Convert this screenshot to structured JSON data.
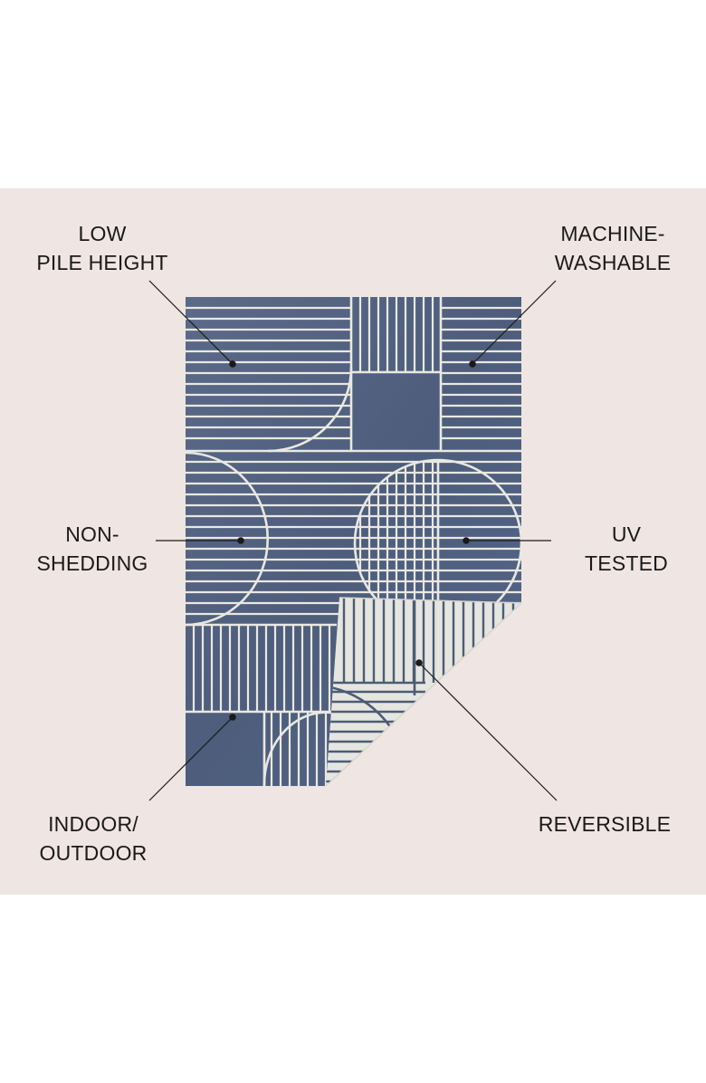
{
  "colors": {
    "background": "#efe5e2",
    "rug_blue": "#52627f",
    "rug_stripe": "#e9e8e2",
    "reverse_side": "#e6e6e1",
    "reverse_stripe": "#4e5b74",
    "callout_line": "#1a1a1a"
  },
  "features": [
    {
      "key": "low_pile",
      "lines": [
        "LOW",
        "PILE HEIGHT"
      ]
    },
    {
      "key": "machine_washable",
      "lines": [
        "MACHINE-",
        "WASHABLE"
      ]
    },
    {
      "key": "non_shedding",
      "lines": [
        "NON-",
        "SHEDDING"
      ]
    },
    {
      "key": "uv_tested",
      "lines": [
        "UV",
        "TESTED"
      ]
    },
    {
      "key": "indoor_outdoor",
      "lines": [
        "INDOOR/",
        "OUTDOOR"
      ]
    },
    {
      "key": "reversible",
      "lines": [
        "REVERSIBLE"
      ]
    }
  ]
}
